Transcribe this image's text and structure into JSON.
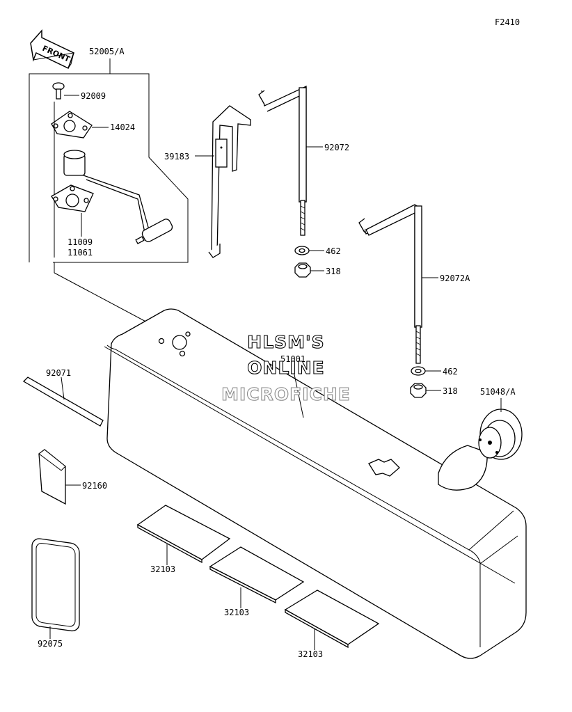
{
  "figure_code": "F2410",
  "front_label": "FRONT",
  "watermark": [
    "HLSM'S",
    "ONLINE",
    "MICROFICHE"
  ],
  "parts": {
    "p52005": "52005/A",
    "p92009": "92009",
    "p14024": "14024",
    "p11009": "11009",
    "p11061": "11061",
    "p39183": "39183",
    "p92072": "92072",
    "p462a": "462",
    "p318a": "318",
    "p92072A": "92072A",
    "p51001": "51001",
    "p92071": "92071",
    "p462b": "462",
    "p318b": "318",
    "p51048": "51048/A",
    "p92160": "92160",
    "p32103a": "32103",
    "p32103b": "32103",
    "p32103c": "32103",
    "p92075": "92075"
  }
}
